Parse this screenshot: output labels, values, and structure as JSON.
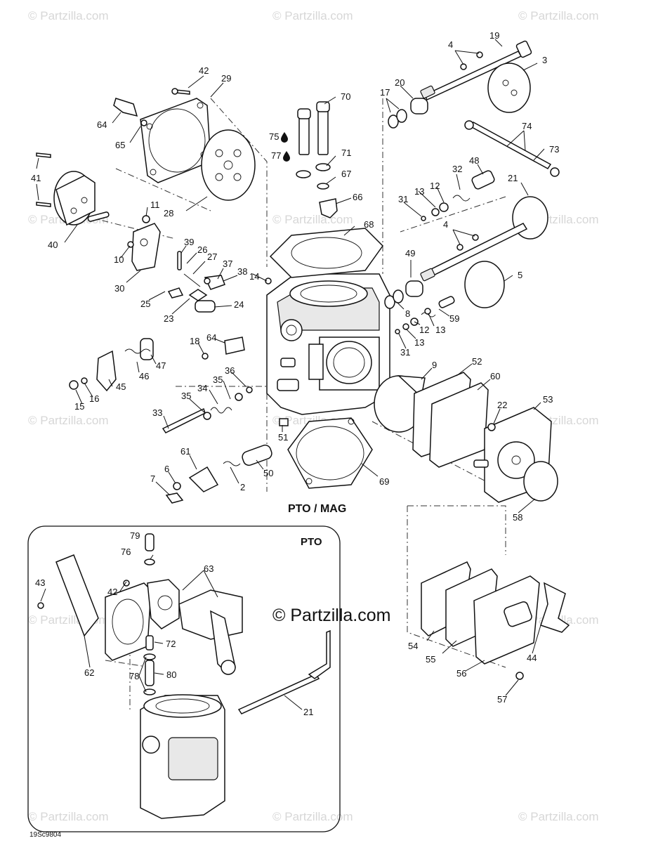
{
  "watermark": "© Partzilla.com",
  "copyright_center": "© Partzilla.com",
  "view_label_main": "PTO / MAG",
  "inset": {
    "label": "PTO"
  },
  "figure_code": "19Sc9804",
  "callouts": {
    "c19": "19",
    "c4a": "4",
    "c3": "3",
    "c42a": "42",
    "c29": "29",
    "c20": "20",
    "c17": "17",
    "c70": "70",
    "c64a": "64",
    "c65": "65",
    "c75": "75",
    "c77": "77",
    "c74": "74",
    "c73": "73",
    "c71": "71",
    "c41": "41",
    "c48": "48",
    "c32": "32",
    "c67": "67",
    "c21a": "21",
    "c13a": "13",
    "c12a": "12",
    "c31a": "31",
    "c66": "66",
    "c28": "28",
    "c11": "11",
    "c68": "68",
    "c4b": "4",
    "c40": "40",
    "c39": "39",
    "c26": "26",
    "c10": "10",
    "c27": "27",
    "c37": "37",
    "c38": "38",
    "c49": "49",
    "c5": "5",
    "c30": "30",
    "c14": "14",
    "c25": "25",
    "c24": "24",
    "c8": "8",
    "c23": "23",
    "c59": "59",
    "c12b": "12",
    "c13b": "13",
    "c13c": "13",
    "c64b": "64",
    "c18": "18",
    "c31b": "31",
    "c47": "47",
    "c36": "36",
    "c46": "46",
    "c9": "9",
    "c52": "52",
    "c45": "45",
    "c35a": "35",
    "c34": "34",
    "c16": "16",
    "c15": "15",
    "c60": "60",
    "c35b": "35",
    "c22": "22",
    "c53": "53",
    "c33": "33",
    "c51": "51",
    "c61": "61",
    "c6": "6",
    "c50": "50",
    "c7": "7",
    "c2": "2",
    "c69": "69",
    "c58": "58",
    "c79": "79",
    "c76": "76",
    "c63": "63",
    "c43": "43",
    "c42b": "42",
    "c72": "72",
    "c62": "62",
    "c78": "78",
    "c80": "80",
    "c54": "54",
    "c55": "55",
    "c44": "44",
    "c56": "56",
    "c57": "57",
    "c21b": "21"
  }
}
